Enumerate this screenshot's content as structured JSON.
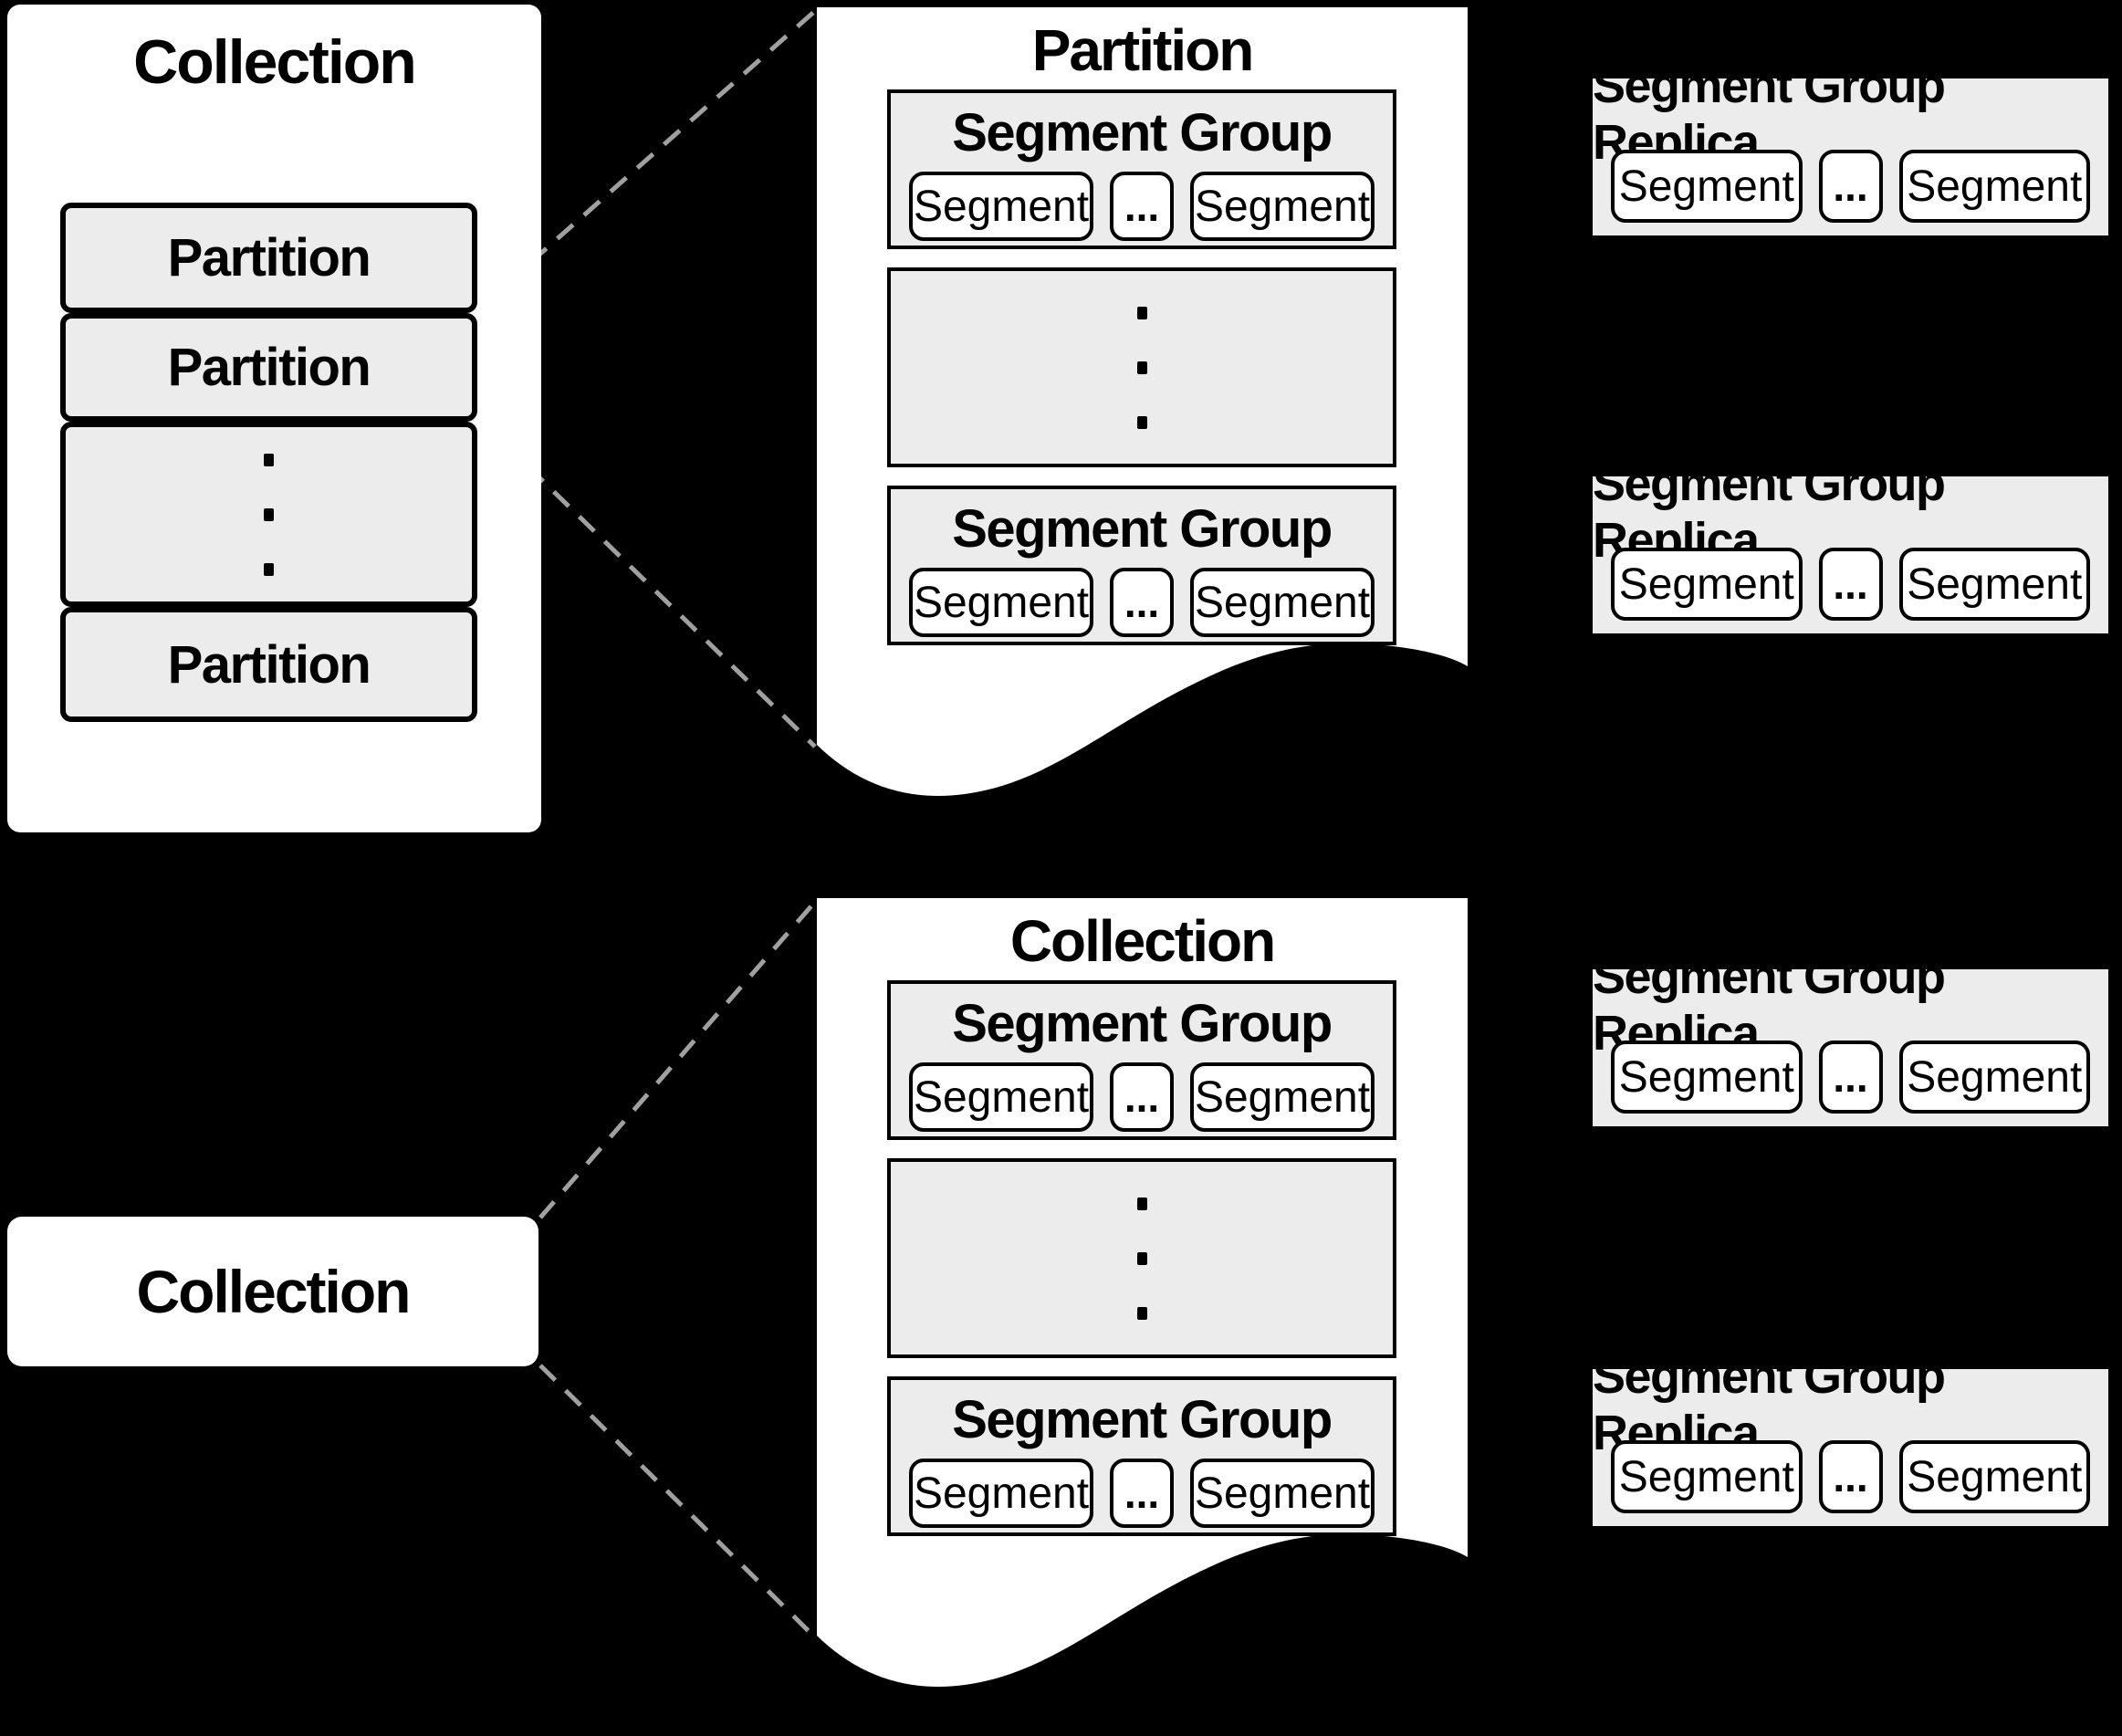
{
  "colors": {
    "background": "#000000",
    "panel": "#ffffff",
    "box_fill": "#ececec",
    "border": "#000000",
    "connector": "#a0a0a0",
    "text": "#000000"
  },
  "collection_panel": {
    "title": "Collection",
    "partitions": [
      {
        "label": "Partition"
      },
      {
        "label": "Partition"
      },
      {
        "label": "Partition"
      }
    ]
  },
  "collection_label_box": {
    "title": "Collection"
  },
  "partition_page": {
    "title": "Partition",
    "segment_groups": [
      {
        "title": "Segment Group",
        "ellipsis": "...",
        "segments": [
          {
            "label": "Segment"
          },
          {
            "label": "Segment"
          }
        ]
      },
      {
        "title": "Segment Group",
        "ellipsis": "...",
        "segments": [
          {
            "label": "Segment"
          },
          {
            "label": "Segment"
          }
        ]
      }
    ]
  },
  "collection_page": {
    "title": "Collection",
    "segment_groups": [
      {
        "title": "Segment Group",
        "ellipsis": "...",
        "segments": [
          {
            "label": "Segment"
          },
          {
            "label": "Segment"
          }
        ]
      },
      {
        "title": "Segment Group",
        "ellipsis": "...",
        "segments": [
          {
            "label": "Segment"
          },
          {
            "label": "Segment"
          }
        ]
      }
    ]
  },
  "replicas": [
    {
      "title": "Segment Group Replica",
      "ellipsis": "...",
      "segments": [
        {
          "label": "Segment"
        },
        {
          "label": "Segment"
        }
      ]
    },
    {
      "title": "Segment Group Replica",
      "ellipsis": "...",
      "segments": [
        {
          "label": "Segment"
        },
        {
          "label": "Segment"
        }
      ]
    },
    {
      "title": "Segment Group Replica",
      "ellipsis": "...",
      "segments": [
        {
          "label": "Segment"
        },
        {
          "label": "Segment"
        }
      ]
    },
    {
      "title": "Segment Group Replica",
      "ellipsis": "...",
      "segments": [
        {
          "label": "Segment"
        },
        {
          "label": "Segment"
        }
      ]
    }
  ]
}
